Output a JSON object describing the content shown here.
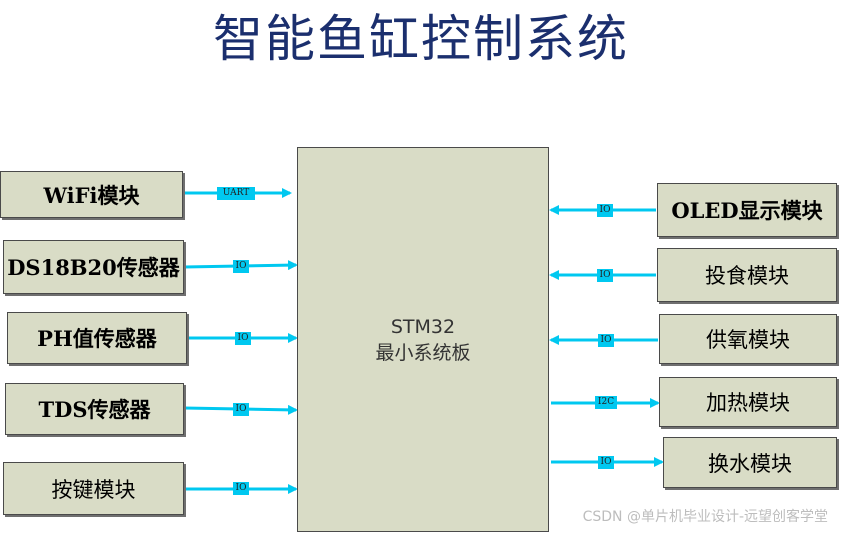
{
  "title": "智能鱼缸控制系统",
  "mcu": {
    "line1": "STM32",
    "line2": "最小系统板"
  },
  "left_modules": [
    {
      "label": "WiFi模块",
      "link": "UART"
    },
    {
      "label": "DS18B20传感器",
      "link": "IO"
    },
    {
      "label": "PH值传感器",
      "link": "IO"
    },
    {
      "label": "TDS传感器",
      "link": "IO"
    },
    {
      "label": "按键模块",
      "link": "IO"
    }
  ],
  "right_modules": [
    {
      "label": "OLED显示模块",
      "link": "IO"
    },
    {
      "label": "投食模块",
      "link": "IO"
    },
    {
      "label": "供氧模块",
      "link": "IO"
    },
    {
      "label": "加热模块",
      "link": "I2C"
    },
    {
      "label": "换水模块",
      "link": "IO"
    }
  ],
  "watermark": "CSDN @单片机毕业设计-远望创客学堂",
  "colors": {
    "title": "#1b2f6e",
    "box_fill": "#d9dcc6",
    "arrow": "#00c8f0"
  }
}
